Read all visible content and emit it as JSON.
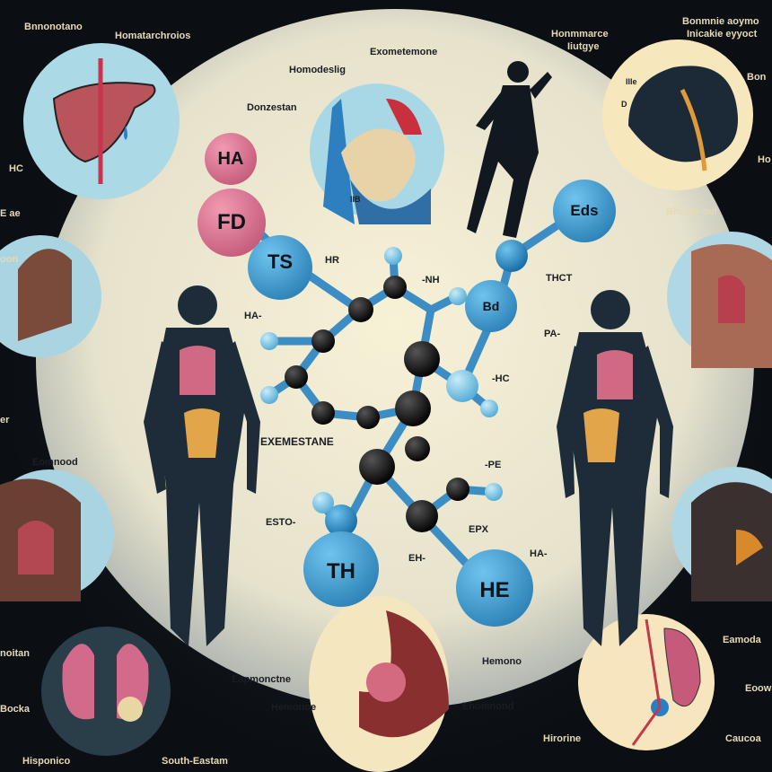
{
  "colors": {
    "background": "#0b0f14",
    "panel": "#efe9cf",
    "atom_blue": "#2a93d0",
    "atom_pink": "#df6a8c",
    "atom_black": "#111111",
    "circle_blue": "#aad7e3",
    "circle_cream": "#f6e6bd"
  },
  "atoms": {
    "ha": "HA",
    "fd": "FD",
    "ts": "TS",
    "eds": "Eds",
    "bd": "Bd",
    "th": "TH",
    "he": "HE"
  },
  "labels": {
    "top_left_1": "Bnnonotano",
    "top_left_2": "Homatarchroios",
    "hc": "HC",
    "eae": "E ae",
    "heart_1": "Homodeslig",
    "heart_2": "Exometemone",
    "heart_3": "Donzestan",
    "heart_4": "IIB",
    "right_1": "Honmmarce",
    "right_2": "Iiutgye",
    "right_3": "Bonmnie aoymo",
    "right_4": "Inicakie eyyoct",
    "right_5": "Bon",
    "right_6": "Ho",
    "right_7": "Bhome oul",
    "right_8": "IIIe",
    "right_9": "D",
    "hr": "HR",
    "nh": "-NH",
    "ha_left": "HA-",
    "thct": "THCT",
    "pa": "PA-",
    "hc_mid": "-HC",
    "exemestane": "EXEMESTANE",
    "pe": "-PE",
    "esto": "ESTO-",
    "epx": "EPX",
    "eh": "EH-",
    "ha_right": "HA-",
    "left_oon": "oon",
    "left_er": "er",
    "left_eomnood": "Eomnood",
    "left_noitan": "noitan",
    "left_bocka": "Bocka",
    "hisponico": "Hisponico",
    "south_eastam": "South-Eastam",
    "bottom_1": "Eapmonctne",
    "bottom_2": "Hemono",
    "bottom_3": "Hemonoe",
    "bottom_4": "Ehomnond",
    "br_1": "Eamoda",
    "br_2": "Eoow",
    "br_3": "Hirorine",
    "br_4": "Caucoa"
  }
}
